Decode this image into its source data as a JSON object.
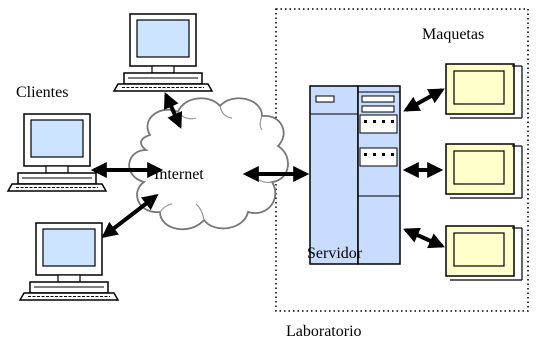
{
  "labels": {
    "clientes": "Clientes",
    "internet": "Internet",
    "maquetas": "Maquetas",
    "servidor": "Servidor",
    "laboratorio": "Laboratorio"
  },
  "colors": {
    "screen": "#cce4ff",
    "device_body": "#ffffff",
    "maqueta_fill": "#ffffcc",
    "server_fill": "#c8dcff",
    "line": "#000000",
    "cloud_stroke": "#777777"
  },
  "icons": [
    "client-computer-icon",
    "cloud-icon",
    "server-tower-icon",
    "maqueta-device-icon",
    "double-arrow-icon"
  ]
}
